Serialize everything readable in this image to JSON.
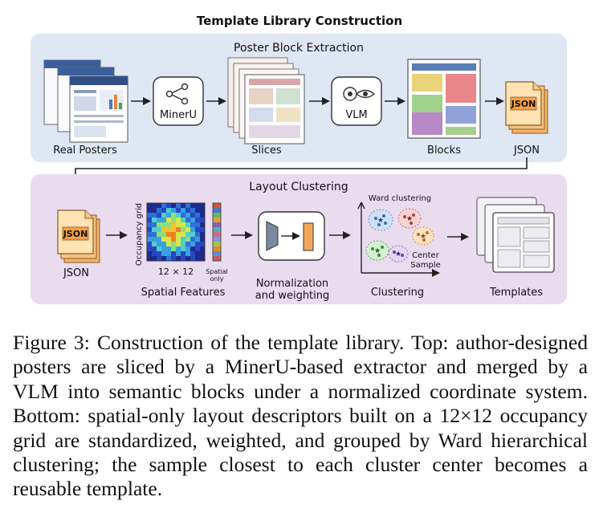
{
  "figure": {
    "title": "Template Library Construction",
    "top_panel": {
      "title": "Poster Block Extraction",
      "labels": {
        "real_posters": "Real Posters",
        "slices": "Slices",
        "blocks": "Blocks",
        "json": "JSON"
      },
      "minerU_label": "MinerU",
      "vlm_label": "VLM",
      "json_icon_text": "JSON"
    },
    "bottom_panel": {
      "title": "Layout Clustering",
      "labels": {
        "json": "JSON",
        "spatial_features": "Spatial Features",
        "normalization_line1": "Normalization",
        "normalization_line2": "and weighting",
        "clustering": "Clustering",
        "templates": "Templates"
      },
      "json_icon_text": "JSON",
      "grid_axis_label": "Occupancy grid",
      "grid_size_label": "12 × 12",
      "spatial_only_line1": "Spatial",
      "spatial_only_line2": "only",
      "ward_label": "Ward clustering",
      "center_sample_line1": "Center",
      "center_sample_line2": "Sample"
    }
  },
  "caption": "Figure 3: Construction of the template library. Top: author-designed posters are sliced by a MinerU-based extractor and merged by a VLM into semantic blocks under a normalized coordinate system. Bottom: spatial-only layout descriptors built on a 12×12 occupancy grid are standardized, weighted, and grouped by Ward hierarchical clustering; the sample closest to each cluster center becomes a reusable template.",
  "colors": {
    "top_panel_bg": "#dfe6f4",
    "bottom_panel_bg": "#e9dcef",
    "json_orange": "#f4b860",
    "vlm_bg": "#ffffff"
  }
}
